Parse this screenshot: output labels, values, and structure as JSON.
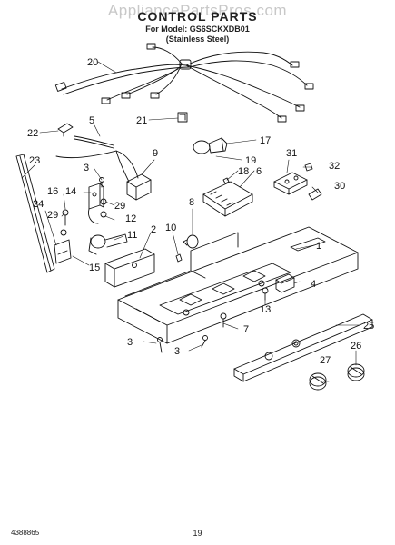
{
  "header": {
    "watermark": "AppliancePartsPros.com",
    "title": "CONTROL PARTS",
    "model_line": "For Model: GS6SCKXDB01",
    "finish_line": "(Stainless Steel)"
  },
  "callouts": [
    "20",
    "22",
    "5",
    "21",
    "17",
    "9",
    "19",
    "31",
    "32",
    "3",
    "18",
    "6",
    "23",
    "14",
    "30",
    "16",
    "29",
    "8",
    "12",
    "10",
    "24",
    "29",
    "2",
    "11",
    "1",
    "15",
    "4",
    "13",
    "7",
    "25",
    "3",
    "3",
    "26",
    "27"
  ],
  "footer": {
    "doc_number": "4388865",
    "page_number": "19"
  }
}
